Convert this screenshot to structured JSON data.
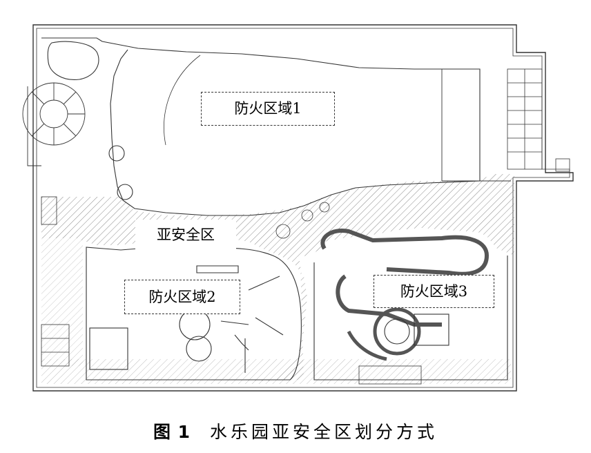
{
  "zones": {
    "fire_zone_1": "防火区域1",
    "fire_zone_2": "防火区域2",
    "fire_zone_3": "防火区域3",
    "sub_safe_zone": "亚安全区"
  },
  "caption": {
    "figure_number": "图 1",
    "title": "水乐园亚安全区划分方式"
  },
  "colors": {
    "line": "#333333",
    "hatch": "#8a8a8a",
    "background": "#ffffff"
  }
}
